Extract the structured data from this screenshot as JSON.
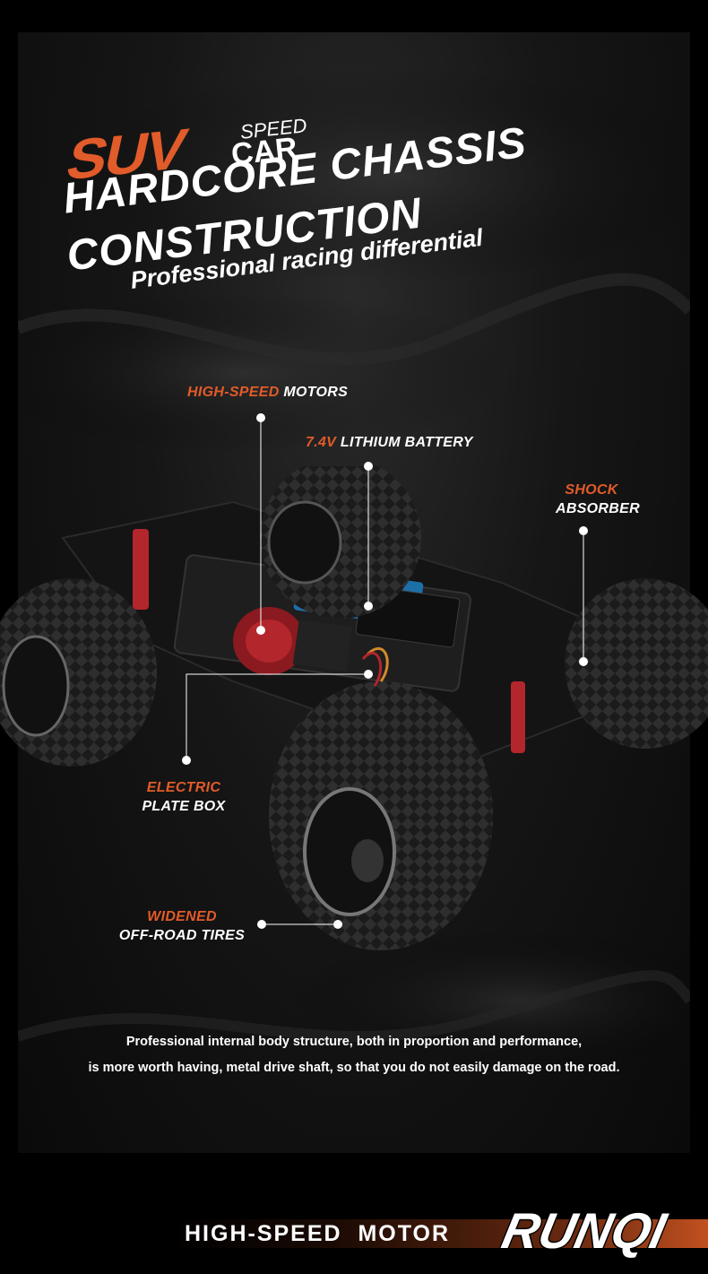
{
  "heading": {
    "suv": "SUV",
    "speed": "SPEED",
    "car": "CAR",
    "line1": "HARDCORE CHASSIS",
    "line2": "CONSTRUCTION",
    "line3": "Professional racing differential"
  },
  "callouts": {
    "motors": {
      "accent": "HIGH-SPEED",
      "text": " MOTORS"
    },
    "battery": {
      "accent": "7.4V",
      "text": " LITHIUM BATTERY"
    },
    "shock": {
      "accent": "SHOCK",
      "text": "ABSORBER"
    },
    "plate": {
      "accent": "ELECTRIC",
      "text": "PLATE BOX"
    },
    "tires": {
      "accent": "WIDENED",
      "text": "OFF-ROAD TIRES"
    }
  },
  "description": {
    "line1": "Professional internal body structure, both in proportion and performance,",
    "line2": "is more worth having, metal drive shaft, so that you do not easily damage on the road."
  },
  "footer": {
    "text": "HIGH-SPEED  MOTOR",
    "brand": "RUNQI"
  },
  "colors": {
    "accent": "#e25b2a",
    "text": "#ffffff",
    "background": "#000000"
  }
}
